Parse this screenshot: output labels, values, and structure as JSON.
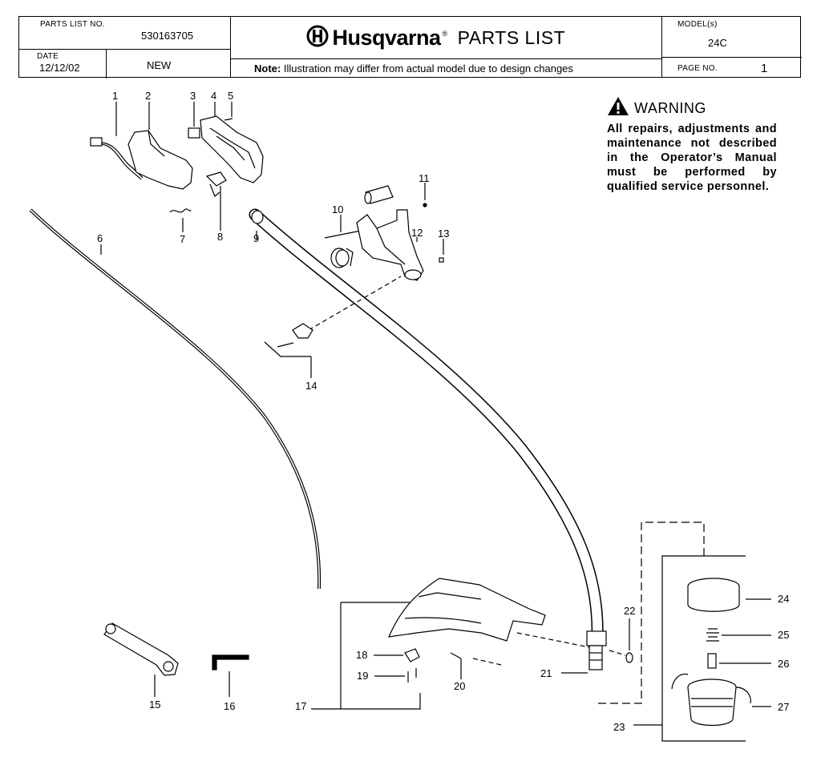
{
  "header": {
    "parts_list_no_label": "PARTS LIST NO.",
    "parts_list_no": "530163705",
    "date_label": "DATE",
    "date": "12/12/02",
    "status": "NEW",
    "brand": "Husqvarna",
    "brand_mark": "®",
    "title": "PARTS LIST",
    "note_label": "Note:",
    "note_text": "Illustration may differ from actual model due to design changes",
    "model_label": "MODEL(s)",
    "model": "24C",
    "page_label": "PAGE  NO.",
    "page": "1"
  },
  "warning": {
    "icon": "warning-triangle-icon",
    "title": "WARNING",
    "text": "All repairs, adjustments and maintenance not described in the Operator’s Manual must be performed by qualified service personnel."
  },
  "diagram": {
    "callouts": [
      "1",
      "2",
      "3",
      "4",
      "5",
      "6",
      "7",
      "8",
      "9",
      "10",
      "11",
      "12",
      "13",
      "14",
      "15",
      "16",
      "17",
      "18",
      "19",
      "20",
      "21",
      "22",
      "23",
      "24",
      "25",
      "26",
      "27"
    ]
  }
}
